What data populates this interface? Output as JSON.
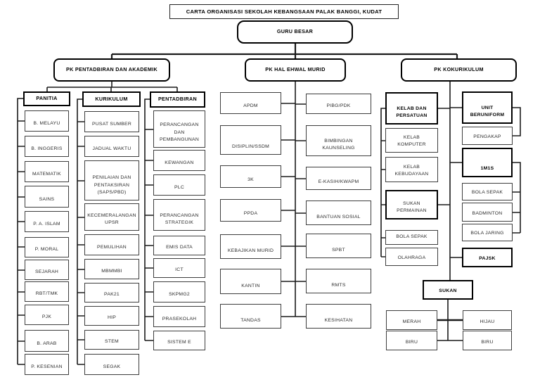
{
  "title": "CARTA ORGANISASI SEKOLAH KEBANGSAAN PALAK BANGGI, KUDAT",
  "guru_besar": "GURU BESAR",
  "pk_akademik": {
    "label": "PK PENTADBIRAN DAN AKADEMIK",
    "panitia": {
      "header": "PANITIA",
      "items": [
        "B. MELAYU",
        "B. INGGERIS",
        "MATEMATIK",
        "SAINS",
        "P. A. ISLAM",
        "P. MORAL",
        "SEJARAH",
        "RBT/TMK",
        "PJK",
        "B. ARAB",
        "P. KESENIAN"
      ]
    },
    "kurikulum": {
      "header": "KURIKULUM",
      "items": [
        "PUSAT SUMBER",
        "JADUAL WAKTU",
        "PENILAIAN DAN\nPENTAKSIRAN\n(SAPS/PBD)",
        "KECEMERALANGAN\nUPSR",
        "PEMULIHAN",
        "MBMMBI",
        "PAK21",
        "HIP",
        "STEM",
        "SEGAK"
      ]
    },
    "pentadbiran": {
      "header": "PENTADBIRAN",
      "items": [
        "PERANCANGAN\nDAN\nPEMBANGUNAN",
        "KEWANGAN",
        "PLC",
        "PERANCANGAN\nSTRATEGIK",
        "EMIS DATA",
        "ICT",
        "SKPMG2",
        "PRASEKOLAH",
        "SISTEM E"
      ]
    }
  },
  "pk_hem": {
    "label": "PK HAL EHWAL MURID",
    "left_items": [
      "APDM",
      "DISIPLIN/SSDM",
      "3K",
      "PPDA",
      "KEBAJIKAN MURID",
      "KANTIN",
      "TANDAS"
    ],
    "right_items": [
      "PIBG/PDK",
      "BIMBINGAN\nKAUNSELING",
      "E-KASIH/KWAPM",
      "BANTUAN SOSIAL",
      "SPBT",
      "RMTS",
      "KESIHATAN"
    ]
  },
  "pk_koku": {
    "label": "PK KOKURIKULUM",
    "left_items": [
      "KELAB DAN\nPERSATUAN",
      "KELAB\nKOMPUTER",
      "KELAB\nKEBUDAYAAN",
      "SUKAN\nPERMAINAN",
      "BOLA SEPAK",
      "OLAHRAGA"
    ],
    "right_items": [
      "UNIT\nBERUNIFORM",
      "PENGAKAP",
      "1M1S",
      "BOLA SEPAK",
      "BADMINTON",
      "BOLA JARING",
      "PAJSK"
    ],
    "sukan": {
      "header": "SUKAN",
      "houses": [
        "MERAH",
        "HIJAU",
        "BIRU",
        "BIRU"
      ]
    }
  }
}
